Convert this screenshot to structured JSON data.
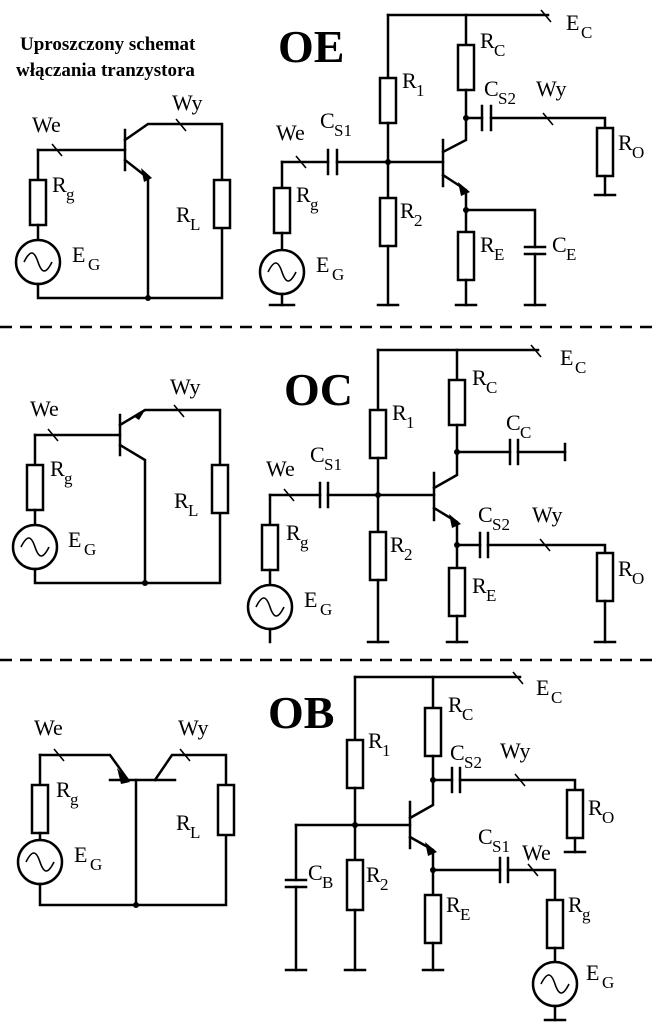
{
  "title_lines": [
    "Uproszczony schemat",
    "włączania tranzystora"
  ],
  "sections": [
    {
      "name": "OE"
    },
    {
      "name": "OC"
    },
    {
      "name": "OB"
    }
  ],
  "labels": {
    "we": "We",
    "wy": "Wy",
    "r": "R",
    "c": "C",
    "e": "E",
    "sub_g": "g",
    "sub_L": "L",
    "sub_1": "1",
    "sub_2": "2",
    "sub_C": "C",
    "sub_E": "E",
    "sub_O": "O",
    "sub_G": "G",
    "sub_B": "B",
    "sub_S1": "S1",
    "sub_S2": "S2"
  }
}
